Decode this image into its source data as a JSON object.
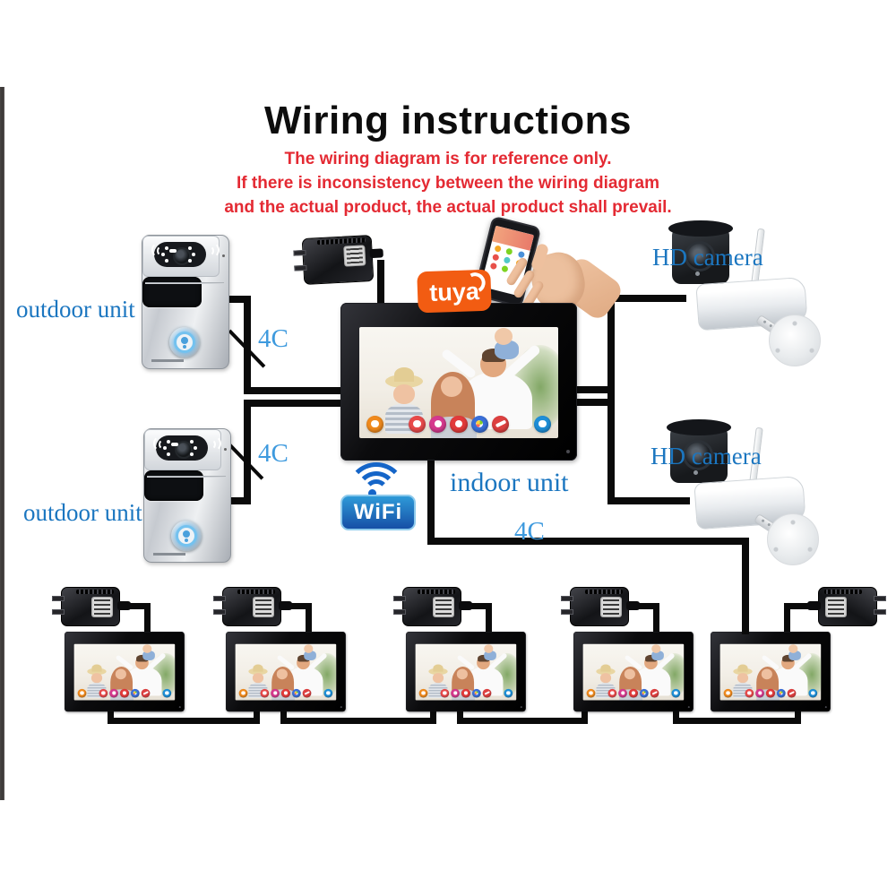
{
  "header": {
    "title": "Wiring instructions",
    "subtitle_lines": [
      "The wiring diagram is for reference only.",
      "If there is inconsistency between the wiring diagram",
      "and the actual product, the actual product shall prevail."
    ]
  },
  "devices": {
    "outdoor_units": [
      {
        "label": "outdoor unit"
      },
      {
        "label": "outdoor unit"
      }
    ],
    "indoor_unit": {
      "label": "indoor unit"
    },
    "hd_cameras": [
      {
        "label": "HD camera"
      },
      {
        "label": "HD camera"
      }
    ],
    "bottom_monitors": {
      "count": 5
    }
  },
  "wires": {
    "labels": [
      {
        "text": "4C"
      },
      {
        "text": "4C"
      },
      {
        "text": "4C"
      }
    ]
  },
  "logos": {
    "tuya": {
      "text": "tuya"
    },
    "wifi": {
      "text": "WiFi"
    }
  },
  "screen": {
    "icons": [
      {
        "name": "voice-icon",
        "color": "#f08a1d",
        "pos": "left"
      },
      {
        "name": "monitor-camera-icon",
        "color": "#e84a4a",
        "pos": "mid"
      },
      {
        "name": "snapshot-icon",
        "color": "#d6398e",
        "pos": "mid"
      },
      {
        "name": "record-icon",
        "color": "#e23b3b",
        "pos": "mid"
      },
      {
        "name": "apps-icon",
        "color": "#3a6fd8",
        "pos": "mid"
      },
      {
        "name": "hangup-icon",
        "color": "#dd4040",
        "pos": "mid"
      },
      {
        "name": "unlock-icon",
        "color": "#1e8fd8",
        "pos": "right"
      }
    ]
  },
  "colors": {
    "label_blue": "#1b76c0",
    "wire_label_blue": "#3e9ade",
    "subtitle_red": "#e42a33",
    "tuya_orange": "#f25c12",
    "wire_color": "#0a0a0a"
  },
  "phone_app_dot_colors": [
    "#f5a623",
    "#7ed321",
    "#4a90d9",
    "#e8504a",
    "#50c8c8",
    "#f5a623",
    "#e8504a",
    "#7ed321",
    "#4a90d9"
  ]
}
